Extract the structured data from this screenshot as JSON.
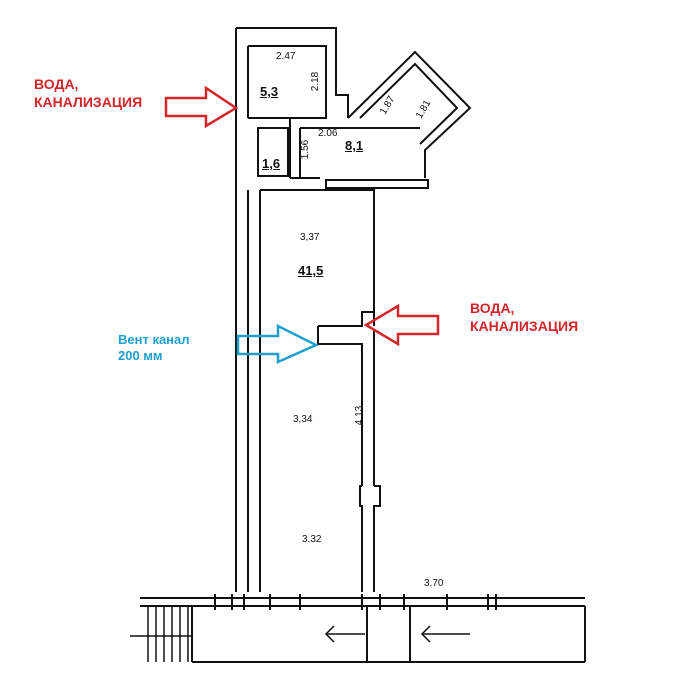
{
  "annotations": {
    "water_top": {
      "line1": "ВОДА,",
      "line2": "КАНАЛИЗАЦИЯ",
      "color": "#d3262a"
    },
    "water_mid": {
      "line1": "ВОДА,",
      "line2": "КАНАЛИЗАЦИЯ",
      "color": "#d3262a"
    },
    "vent": {
      "line1": "Вент канал",
      "line2": "200 мм",
      "color": "#1e9fce"
    }
  },
  "areas": {
    "bathroom": "5,3",
    "toilet": "1,6",
    "corridor": "8,1",
    "main_room": "41,5"
  },
  "dimensions": {
    "bathroom_width": "2.47",
    "bathroom_depth": "2.18",
    "corridor_width": "2.06",
    "corridor_side": "1.56",
    "wing_a": "1.87",
    "wing_b": "1.81",
    "room_width_top": "3,37",
    "room_width_mid": "3,34",
    "room_length": "4.13",
    "room_width_bottom": "3.32",
    "facade_width": "3.70"
  }
}
